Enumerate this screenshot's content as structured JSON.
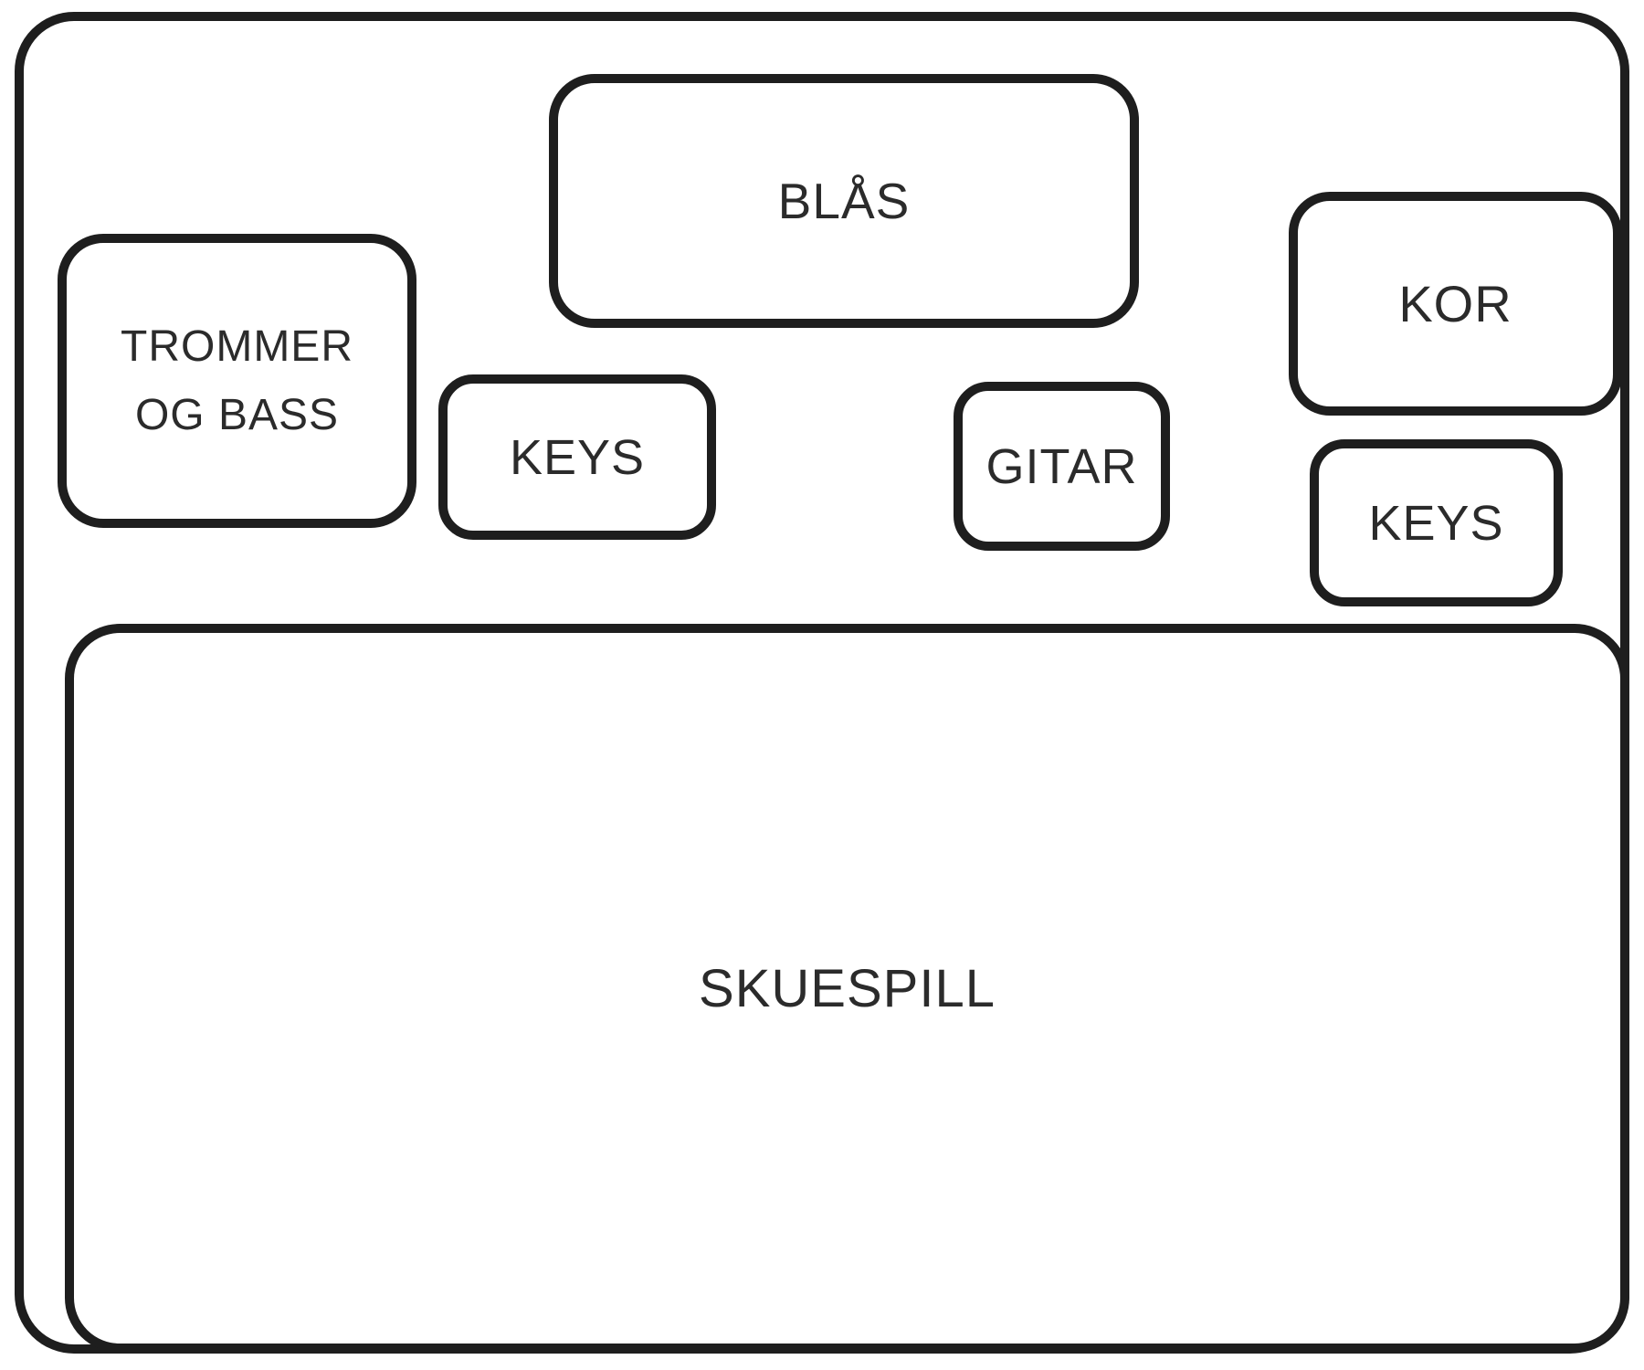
{
  "stage": {
    "colors": {
      "stroke": "#1e1e1e",
      "text": "#2b2b2b",
      "background": "#ffffff"
    },
    "areas": {
      "blas": {
        "label": "BLÅS"
      },
      "trommer_og_bass": {
        "label": "TROMMER OG BASS",
        "lines": [
          "TROMMER",
          "OG BASS"
        ]
      },
      "keys_left": {
        "label": "KEYS"
      },
      "gitar": {
        "label": "GITAR"
      },
      "kor": {
        "label": "KOR"
      },
      "keys_right": {
        "label": "KEYS"
      },
      "skuespill": {
        "label": "SKUESPILL"
      }
    }
  }
}
